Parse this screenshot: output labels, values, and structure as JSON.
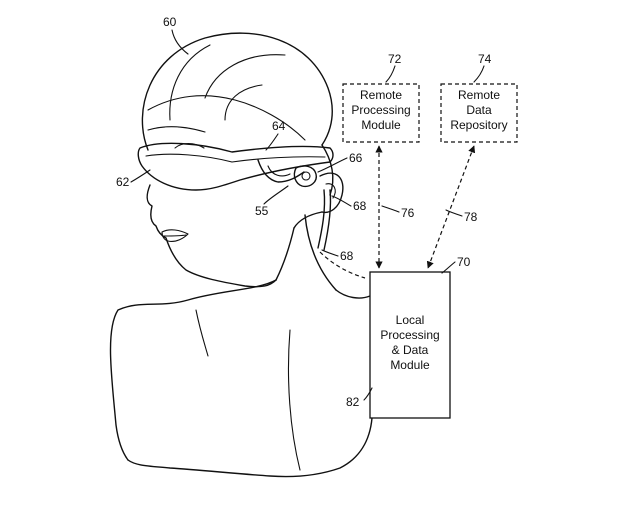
{
  "references": {
    "head": "60",
    "frame": "64",
    "display": "62",
    "speaker": "66",
    "lead_upper": "68",
    "lead_lower": "68",
    "camera": "55",
    "remote_processing_ref": "72",
    "remote_data_ref": "74",
    "local_module_ref": "70",
    "link_76": "76",
    "link_78": "78",
    "body_mount": "82"
  },
  "boxes": {
    "remote_processing": [
      "Remote",
      "Processing",
      "Module"
    ],
    "remote_data": [
      "Remote",
      "Data",
      "Repository"
    ],
    "local_processing": [
      "Local",
      "Processing",
      "& Data",
      "Module"
    ]
  }
}
